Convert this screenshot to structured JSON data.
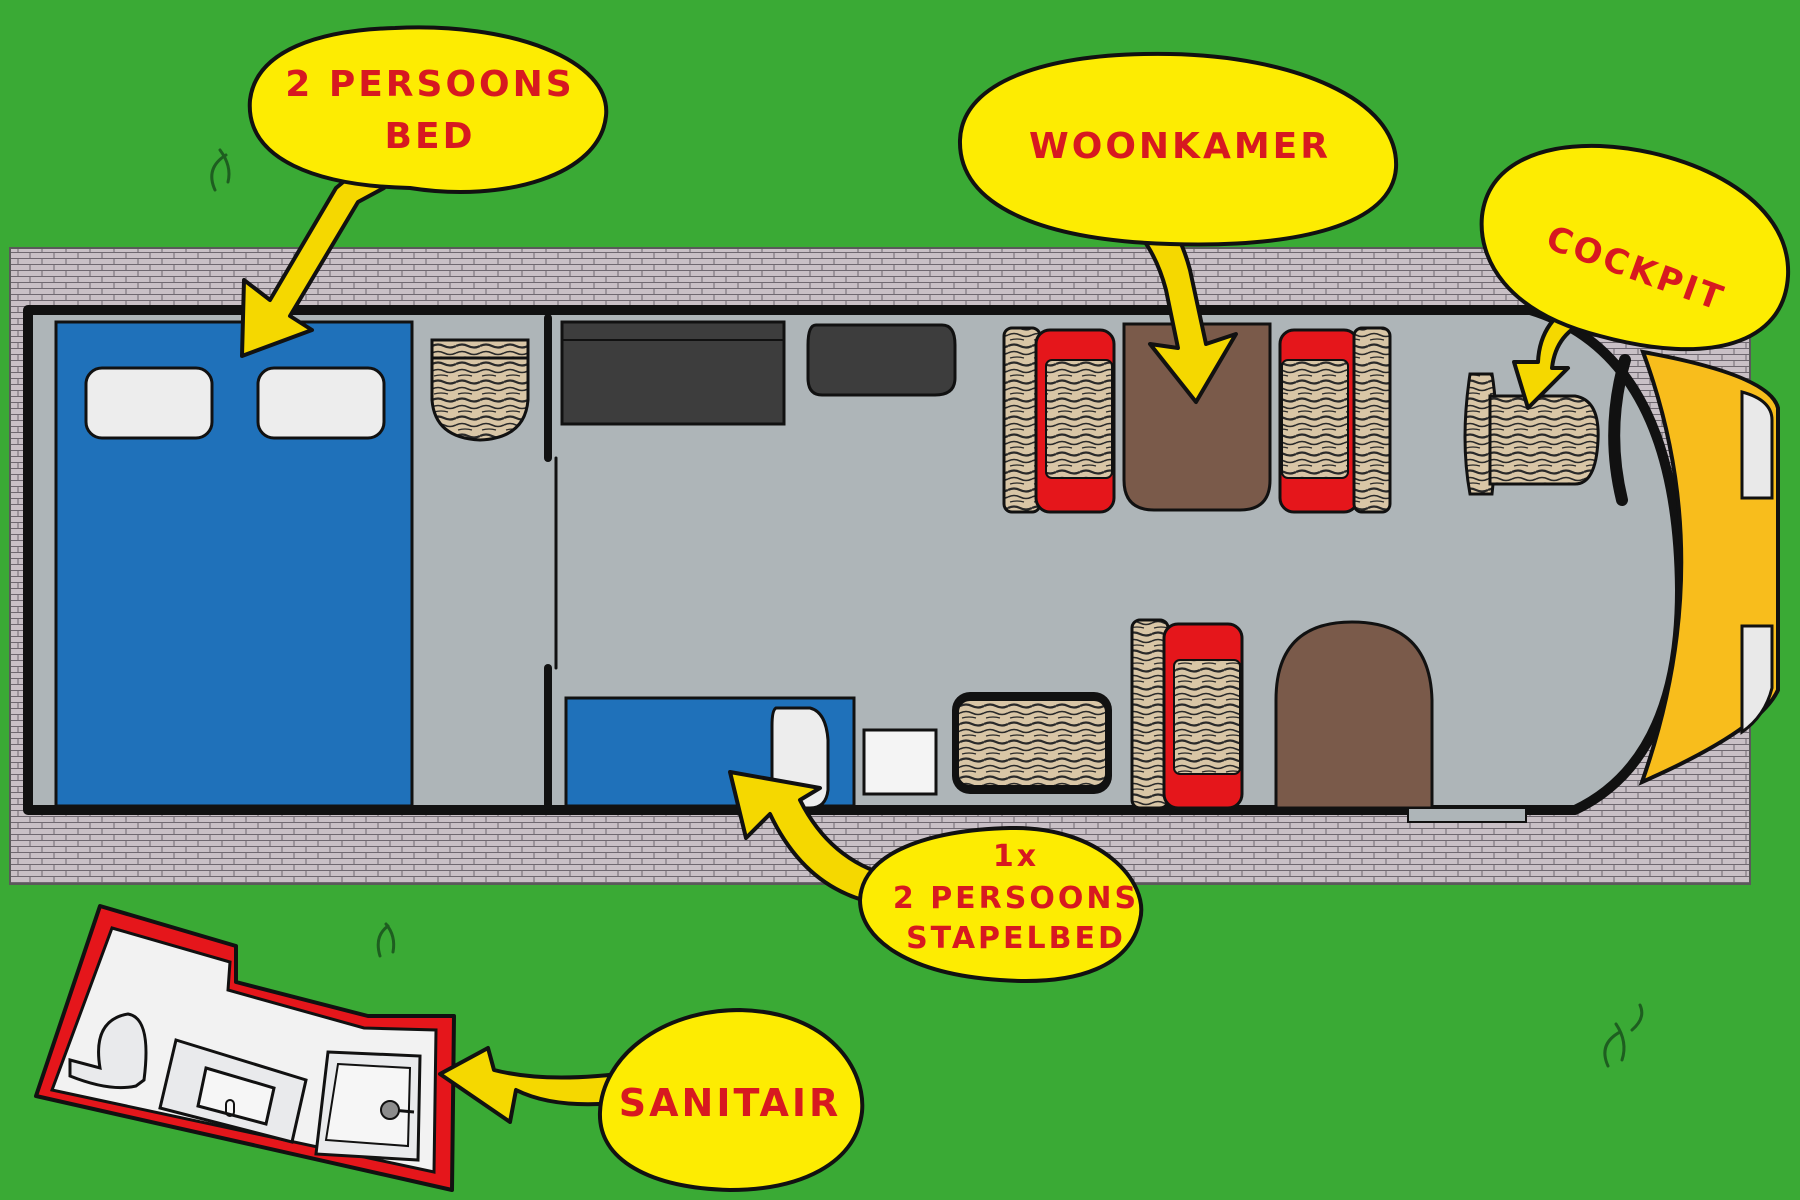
{
  "colors": {
    "grass": "#3aaa35",
    "brick_wall": "#c9c0c6",
    "floor": "#aeb5b8",
    "bed_blue": "#1f71ba",
    "pillow": "#ededed",
    "callout_yellow": "#fdec02",
    "label_red": "#d71920",
    "arrow_yellow": "#f5d800",
    "table_brown": "#7a5a4a",
    "seat_red": "#e5161b",
    "cockpit_orange": "#f8bd1c",
    "dark_furniture": "#3d3d3d"
  },
  "labels": {
    "bed_line1": "2 PERSOONS",
    "bed_line2": "BED",
    "living": "WOONKAMER",
    "cockpit": "COCKPIT",
    "bunk_line1": "1x",
    "bunk_line2": "2 PERSOONS",
    "bunk_line3": "STAPELBED",
    "sanitary": "SANITAIR"
  },
  "icons": [
    "bed-icon",
    "pillow-icon",
    "armchair-icon",
    "table-icon",
    "cabinet-icon",
    "seat-icon",
    "toilet-icon",
    "sink-icon",
    "shower-icon",
    "grass-tuft-icon"
  ]
}
